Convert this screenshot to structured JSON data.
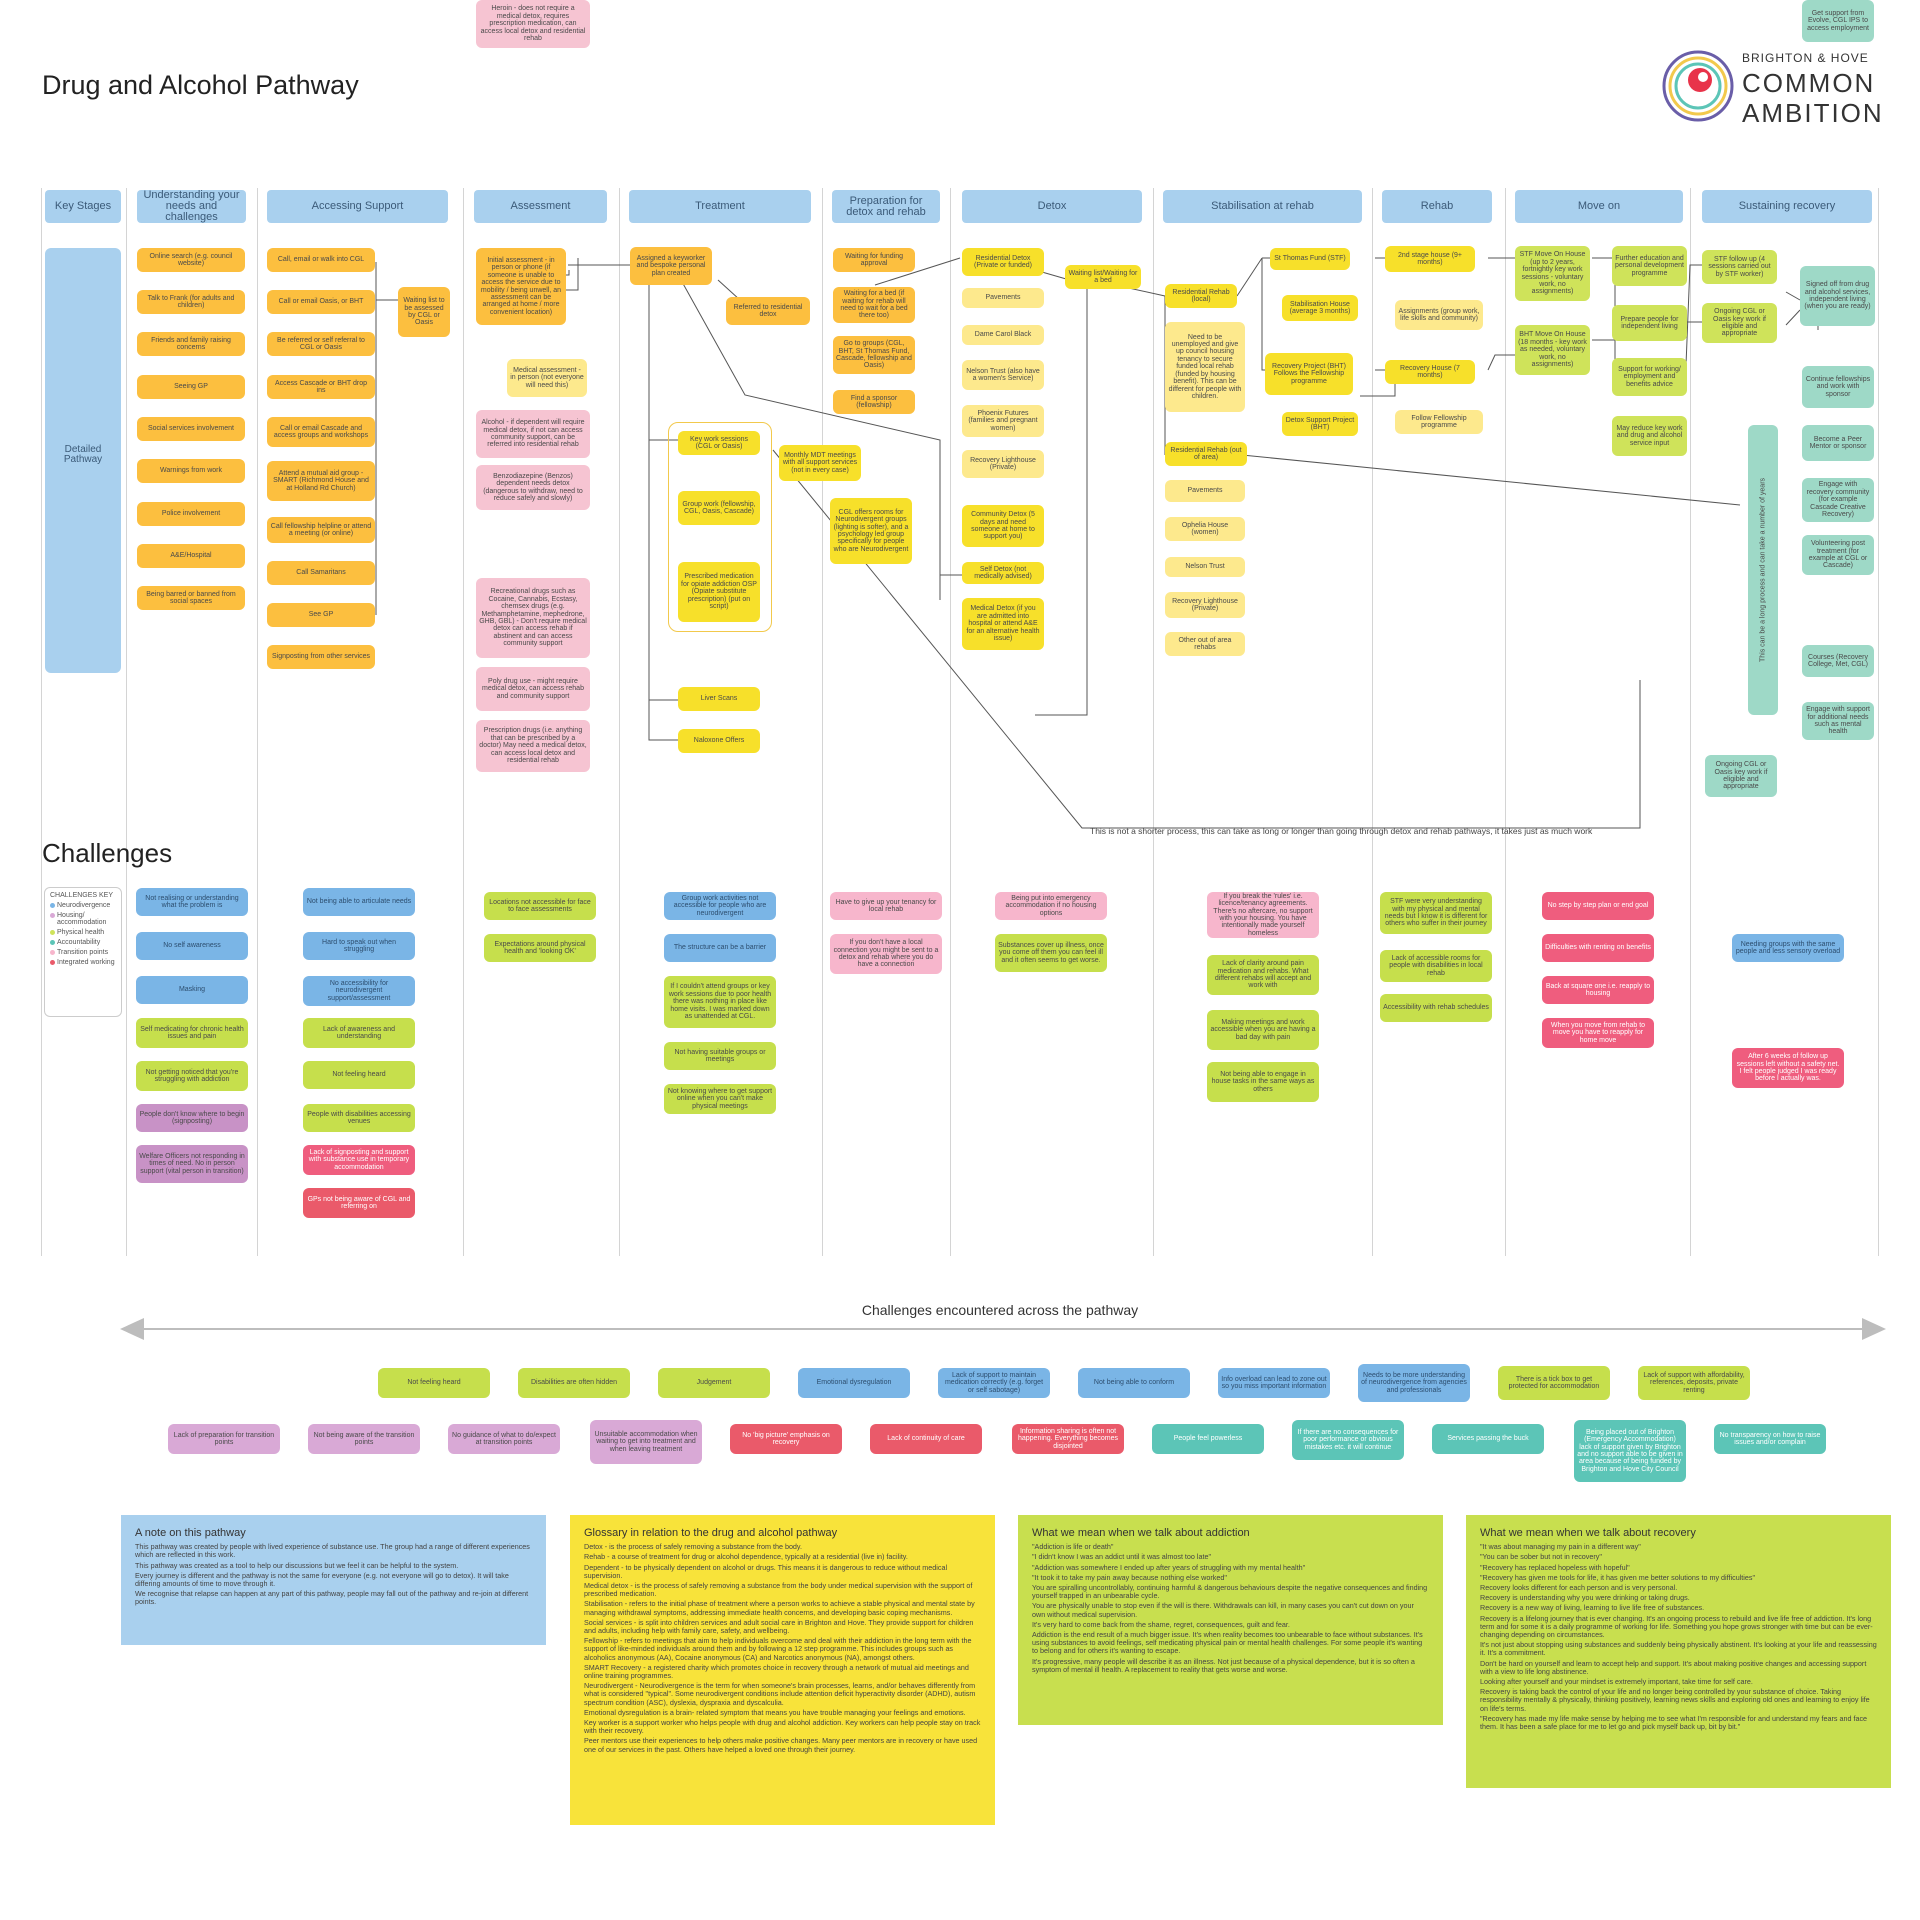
{
  "title": "Drug and Alcohol Pathway",
  "logo": {
    "line1": "BRIGHTON & HOVE",
    "line2": "COMMON",
    "line3": "AMBITION"
  },
  "stages": [
    "Key Stages",
    "Understanding your needs and challenges",
    "Accessing Support",
    "Assessment",
    "Treatment",
    "Preparation for detox and rehab",
    "Detox",
    "Stabilisation at rehab",
    "Rehab",
    "Move on",
    "Sustaining recovery"
  ],
  "sidebar_label": "Detailed Pathway",
  "understanding": [
    "Online search (e.g. council website)",
    "Talk to Frank (for adults and children)",
    "Friends and family raising concerns",
    "Seeing GP",
    "Social services involvement",
    "Warnings from work",
    "Police involvement",
    "A&E/Hospital",
    "Being barred or banned from social spaces"
  ],
  "accessing": [
    "Call, email or walk into CGL",
    "Call or email Oasis, or BHT",
    "Be referred or self referral to CGL or Oasis",
    "Access Cascade or BHT drop ins",
    "Call or email Cascade and access groups and workshops",
    "Attend a mutual aid group - SMART (Richmond House and at Holland Rd Church)",
    "Call fellowship helpline or attend a meeting (or online)",
    "Call Samaritans",
    "See GP",
    "Signposting from other services"
  ],
  "waiting_list": "Waiting list to be assessed by CGL or Oasis",
  "assessment": {
    "initial": "Initial assessment - in person or phone (if someone is unable to access the service due to mobility / being unwell, an assessment can be arranged at home / more convenient location)",
    "medical": "Medical assessment - in person (not everyone will need this)",
    "pink": [
      "Alcohol - if dependent will require medical detox, if not can access community support, can be referred into residential rehab",
      "Benzodiazepine (Benzos) dependent needs detox (dangerous to withdraw, need to reduce safely and slowly)",
      "Heroin - does not require a medical detox, requires prescription medication, can access local detox and residential rehab",
      "Recreational drugs such as Cocaine, Cannabis, Ecstasy, chemsex drugs (e.g. Methamphetamine, mephedrone, GHB, GBL) - Don't require medical detox can access rehab if abstinent and can access community support",
      "Poly drug use - might require medical detox, can access rehab and community support",
      "Prescription drugs (i.e. anything that can be prescribed by a doctor) May need a medical detox, can access local detox and residential rehab"
    ]
  },
  "treatment": {
    "keyworker": "Assigned a keyworker and bespoke personal plan created",
    "referred": "Referred to residential detox",
    "keywork": "Key work sessions (CGL or Oasis)",
    "group": "Group work (fellowship, CGL, Oasis, Cascade)",
    "prescribed": "Prescribed medication for opiate addiction OSP (Opiate substitute prescription) (put on script)",
    "mdt": "Monthly MDT meetings with all support services (not in every case)",
    "neuro": "CGL offers rooms for Neurodivergent groups (lighting is softer), and a psychology led group specifically for people who are Neurodivergent",
    "liver": "Liver Scans",
    "naloxone": "Naloxone Offers"
  },
  "prep": [
    "Waiting for funding approval",
    "Waiting for a bed (if waiting for rehab will need to wait for a bed there too)",
    "Go to groups (CGL, BHT, St Thomas Fund, Cascade, fellowship and Oasis)",
    "Find a sponsor (fellowship)"
  ],
  "detox": [
    "Residential Detox (Private or funded)",
    "Pavements",
    "Dame Carol Black",
    "Nelson Trust (also have a women's Service)",
    "Phoenix Futures (families and pregnant women)",
    "Recovery Lighthouse (Private)",
    "Community Detox (5 days and need someone at home to support you)",
    "Self Detox (not medically advised)",
    "Medical Detox (if you are admitted into hospital or attend A&E for an alternative health issue)"
  ],
  "detox_waiting": "Waiting list/Waiting for a bed",
  "stabilisation": {
    "res_local": "Residential Rehab (local)",
    "need_house": "Need to be unemployed and give up council housing tenancy to secure funded local rehab (funded by housing benefit). This can be different for people with children.",
    "res_out": "Residential Rehab (out of area)",
    "out_list": [
      "Pavements",
      "Ophelia House (women)",
      "Nelson Trust",
      "Recovery Lighthouse (Private)",
      "Other out of area rehabs"
    ],
    "st_thomas": "St Thomas Fund (STF)",
    "stab_house": "Stabilisation House (average 3 months)",
    "recovery_project": "Recovery Project (BHT) Follows the Fellowship programme",
    "detox_support": "Detox Support Project (BHT)"
  },
  "rehab": [
    "2nd stage house (9+ months)",
    "Assignments (group work, life skills and community)",
    "Recovery House (7 months)",
    "Follow Fellowship programme"
  ],
  "moveon": [
    "STF Move On House (up to 2 years, fortnightly key work sessions - voluntary work, no assignments)",
    "BHT Move On House (18 months - key work as needed, voluntary work, no assignments)",
    "Further education and personal development programme",
    "Prepare people for independent living",
    "Support for working/ employment and benefits advice",
    "May reduce key work and drug and alcohol service input"
  ],
  "sustaining": [
    "STF follow up (4 sessions carried out by STF worker)",
    "Signed off from drug and alcohol services, independent living (when you are ready)",
    "Ongoing CGL or Oasis key work if eligible and appropriate",
    "Continue fellowships and work with sponsor",
    "Become a Peer Mentor or sponsor",
    "Engage with recovery community (for example Cascade Creative Recovery)",
    "Volunteering post treatment (for example at CGL or Cascade)",
    "Get support from Evolve, CGL IPS to access employment",
    "Courses (Recovery College, Met, CGL)",
    "Engage with support for additional needs such as mental health",
    "Ongoing CGL or Oasis key work if eligible and appropriate"
  ],
  "vertical_text": "This can be a long process and can take a number of years",
  "note": "This is not a shorter process, this can take as long or longer than going through detox and rehab pathways, it takes just as much work",
  "challenges_title": "Challenges",
  "key": {
    "title": "CHALLENGES KEY",
    "items": [
      "Neurodivergence",
      "Housing/ accommodation",
      "Physical health",
      "Accountability",
      "Transition points",
      "Integrated working"
    ],
    "colors": [
      "#7ab5e6",
      "#d9a9d6",
      "#cfe35a",
      "#5cc5b7",
      "#f7b6cc",
      "#ea5a6a"
    ]
  },
  "challenges": {
    "understanding": [
      "Not realising or understanding what the problem is",
      "No self awareness",
      "Masking",
      "Self medicating for chronic health issues and pain",
      "Not getting noticed that you're struggling with addiction",
      "People don't know where to begin (signposting)",
      "Welfare Officers not responding in times of need. No in person support (vital person in transition)"
    ],
    "accessing": [
      "Not being able to articulate needs",
      "Hard to speak out when struggling",
      "No accessibility for neurodivergent support/assessment",
      "Lack of awareness and understanding",
      "Not feeling heard",
      "People with disabilities accessing venues",
      "Lack of signposting and support with substance use in temporary accommodation",
      "GPs not being aware of CGL and referring on"
    ],
    "assessment": [
      "Locations not accessible for face to face assessments",
      "Expectations around physical health and 'looking OK'"
    ],
    "treatment": [
      "Group work activities not accessible for people who are neurodivergent",
      "The structure can be a barrier",
      "If I couldn't attend groups or key work sessions due to poor health there was nothing in place like home visits. I was marked down as unattended at CGL.",
      "Not having suitable groups or meetings",
      "Not knowing where to get support online when you can't make physical meetings"
    ],
    "prep": [
      "Have to give up your tenancy for local rehab",
      "If you don't have a local connection you might be sent to a detox and rehab where you do have a connection"
    ],
    "detox": [
      "Being put into emergency accommodation if no housing options",
      "Substances cover up illness, once you come off them you can feel ill and it often seems to get worse."
    ],
    "stabilisation": [
      "If you break the 'rules' i.e. licence/tenancy agreements. There's no aftercare, no support with your housing. You have intentionally made yourself homeless",
      "Lack of clarity around pain medication and rehabs. What different rehabs will accept and work with",
      "Making meetings and work accessible when you are having a bad day with pain",
      "Not being able to engage in house tasks in the same ways as others"
    ],
    "rehab": [
      "STF were very understanding with my physical and mental needs but I know it is different for others who suffer in their journey",
      "Lack of accessible rooms for people with disabilities in local rehab",
      "Accessibility with rehab schedules"
    ],
    "moveon": [
      "No step by step plan or end goal",
      "Difficulties with renting on benefits",
      "Back at square one i.e. reapply to housing",
      "When you move from rehab to move you have to reapply for home move"
    ],
    "sustaining": [
      "Needing groups with the same people and less sensory overload",
      "After 6 weeks of follow up sessions left without a safety net. I felt people judged I was ready before I actually was."
    ]
  },
  "across_title": "Challenges encountered across the pathway",
  "across_row1": [
    "Not feeling heard",
    "Disabilities are often hidden",
    "Judgement",
    "Emotional dysregulation",
    "Lack of support to maintain medication correctly (e.g. forget or self sabotage)",
    "Not being able to conform",
    "Info overload can lead to zone out so you miss important information",
    "Needs to be more understanding of neurodivergence from agencies and professionals",
    "There is a tick box to get protected for accommodation",
    "Lack of support with affordability, references, deposits, private renting"
  ],
  "across_row2": [
    "Lack of preparation for transition points",
    "Not being aware of the transition points",
    "No guidance of what to do/expect at transition points",
    "Unsuitable accommodation when waiting to get into treatment and when leaving treatment",
    "No 'big picture' emphasis on recovery",
    "Lack of continuity of care",
    "Information sharing is often not happening. Everything becomes disjointed",
    "People feel powerless",
    "If there are no consequences for poor performance or obvious mistakes etc. it will continue",
    "Services passing the buck",
    "Being placed out of Brighton (Emergency Accommodation) lack of support given by Brighton and no support able to be given in area because of being funded by Brighton and Hove City Council",
    "No transparency on how to raise issues and/or complain"
  ],
  "panels": {
    "note": {
      "title": "A note on this pathway",
      "lines": [
        "This pathway was created by people with lived experience of substance use. The group had a range of different experiences which are reflected in this work.",
        "This pathway was created as a tool to help our discussions but we feel it can be helpful to the system.",
        "Every journey is different and the pathway is not the same for everyone (e.g. not everyone will go to detox). It will take differing amounts of time to move through it.",
        "We recognise that relapse can happen at any part of this pathway, people may fall out of the pathway and re-join at different points."
      ]
    },
    "glossary": {
      "title": "Glossary in relation to the drug and alcohol pathway",
      "lines": [
        "Detox - is the process of safely removing a substance from the body.",
        "Rehab - a course of treatment for drug or alcohol dependence, typically at a residential (live in) facility.",
        "Dependent - to be physically dependent on alcohol or drugs. This means it is dangerous to reduce without medical supervision.",
        "Medical detox - is the process of safely removing a substance from the body under medical supervision with the support of prescribed medication.",
        "Stabilisation - refers to the initial phase of treatment where a person works to achieve a stable physical and mental state by managing withdrawal symptoms, addressing immediate health concerns, and developing basic coping mechanisms.",
        "Social services - is split into children services and adult social care in Brighton and Hove. They provide support for children and adults, including help with family care, safety, and wellbeing.",
        "Fellowship - refers to meetings that aim to help individuals overcome and deal with their addiction in the long term with the support of like-minded individuals around them and by following a 12 step programme. This includes groups such as alcoholics anonymous (AA), Cocaine anonymous (CA) and Narcotics anonymous (NA), amongst others.",
        "SMART Recovery - a registered charity which promotes choice in recovery through a network of mutual aid meetings and online training programmes.",
        "Neurodivergent - Neurodivergence is the term for when someone's brain processes, learns, and/or behaves differently from what is considered \"typical\". Some neurodivergent conditions include attention deficit hyperactivity disorder (ADHD), autism spectrum condition (ASC), dyslexia, dyspraxia and dyscalculia.",
        "Emotional dysregulation is a brain- related symptom that means you have trouble managing your feelings and emotions.",
        "Key worker is a support worker who helps people with drug and alcohol addiction. Key workers can help people stay on track with their recovery.",
        "Peer mentors use their experiences to help others make positive changes. Many peer mentors are in recovery or have used one of our services in the past. Others have helped a loved one through their journey."
      ]
    },
    "addiction": {
      "title": "What we mean when we talk about addiction",
      "lines": [
        "\"Addiction is life or death\"",
        "\"I didn't know I was an addict until it was almost too late\"",
        "\"Addiction was somewhere I ended up after years of struggling with my mental health\"",
        "\"It took it to take my pain away because nothing else worked\"",
        "You are spiralling uncontrollably, continuing harmful & dangerous behaviours despite the negative consequences and finding yourself trapped in an unbearable cycle.",
        "You are physically unable to stop even if the will is there. Withdrawals can kill, in many cases you can't cut down on your own without medical supervision.",
        "It's very hard to come back from the shame, regret, consequences, guilt and fear.",
        "Addiction is the end result of a much bigger issue. It's when reality becomes too unbearable to face without substances. It's using substances to avoid feelings, self medicating physical pain or mental health challenges. For some people it's wanting to belong and for others it's wanting to escape.",
        "It's progressive, many people will describe it as an illness. Not just because of a physical dependence, but it is so often a symptom of mental ill health. A replacement to reality that gets worse and worse."
      ]
    },
    "recovery": {
      "title": "What we mean when we talk about recovery",
      "lines": [
        "\"It was about managing my pain in a different way\"",
        "\"You can be sober but not in recovery\"",
        "\"Recovery has replaced hopeless with hopeful\"",
        "\"Recovery has given me tools for life, it has given me better solutions to my difficulties\"",
        "Recovery looks different for each person and is very personal.",
        "Recovery is understanding why you were drinking or taking drugs.",
        "Recovery is a new way of living, learning to live life free of substances.",
        "Recovery is a lifelong journey that is ever changing. It's an ongoing process to rebuild and live life free of addiction. It's long term and for some it is a daily programme of working for life. Something you hope grows stronger with time but can be ever- changing depending on circumstances.",
        "It's not just about stopping using substances and suddenly being physically abstinent. It's looking at your life and reassessing it. It's a commitment.",
        "Don't be hard on yourself and learn to accept help and support. It's about making positive changes and accessing support with a view to life long abstinence.",
        "Looking after yourself and your mindset is extremely important, take time for self care.",
        "Recovery is taking back the control of your life and no longer being controlled by your substance of choice. Taking responsibility mentally & physically, thinking positively, learning news skills and exploring old ones and learning to enjoy life on life's terms.",
        "\"Recovery has made my life make sense by helping me to see what I'm responsible for and understand my fears and face them. It has been a safe place for me to let go and pick myself back up, bit by bit.\""
      ]
    }
  }
}
